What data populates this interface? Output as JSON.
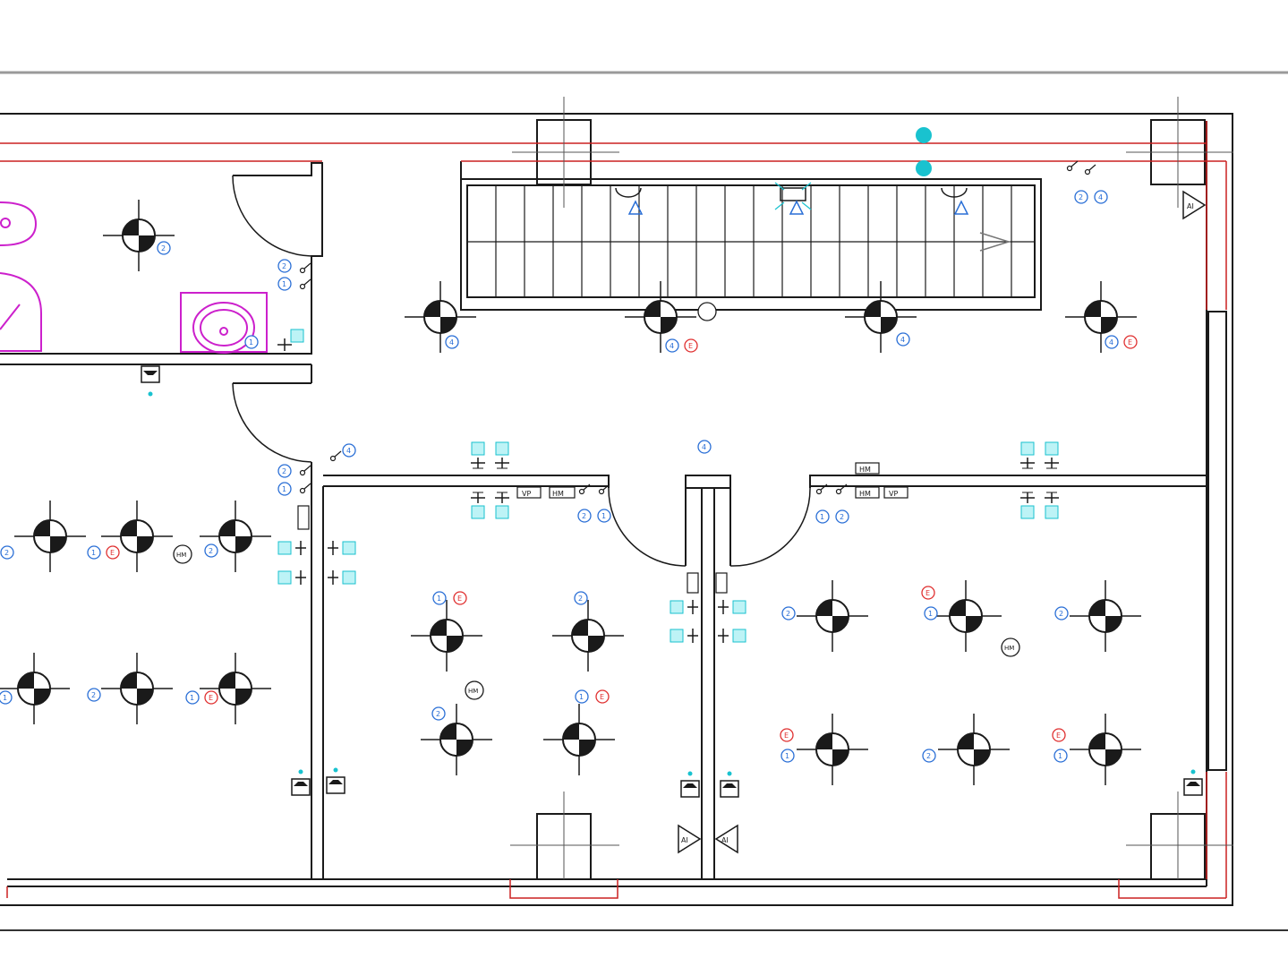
{
  "colors": {
    "wall": "#1a1a1a",
    "red_line": "#cc2020",
    "blue_tag": "#2a6fd6",
    "red_tag": "#e03030",
    "cyan": "#19c2cf",
    "magenta": "#cc20cc",
    "frame_grey": "#9a9a9a"
  },
  "tags": {
    "n1": "1",
    "n2": "2",
    "n4": "4",
    "e": "E",
    "hm": "HM",
    "vp": "VP",
    "ai": "AI"
  },
  "icons": [
    "ceiling-light-icon",
    "wall-switch-icon",
    "socket-outlet-icon",
    "data-outlet-icon",
    "alarm-sensor-icon",
    "smoke-detector-icon",
    "washbasin-icon",
    "door-swing-icon"
  ]
}
